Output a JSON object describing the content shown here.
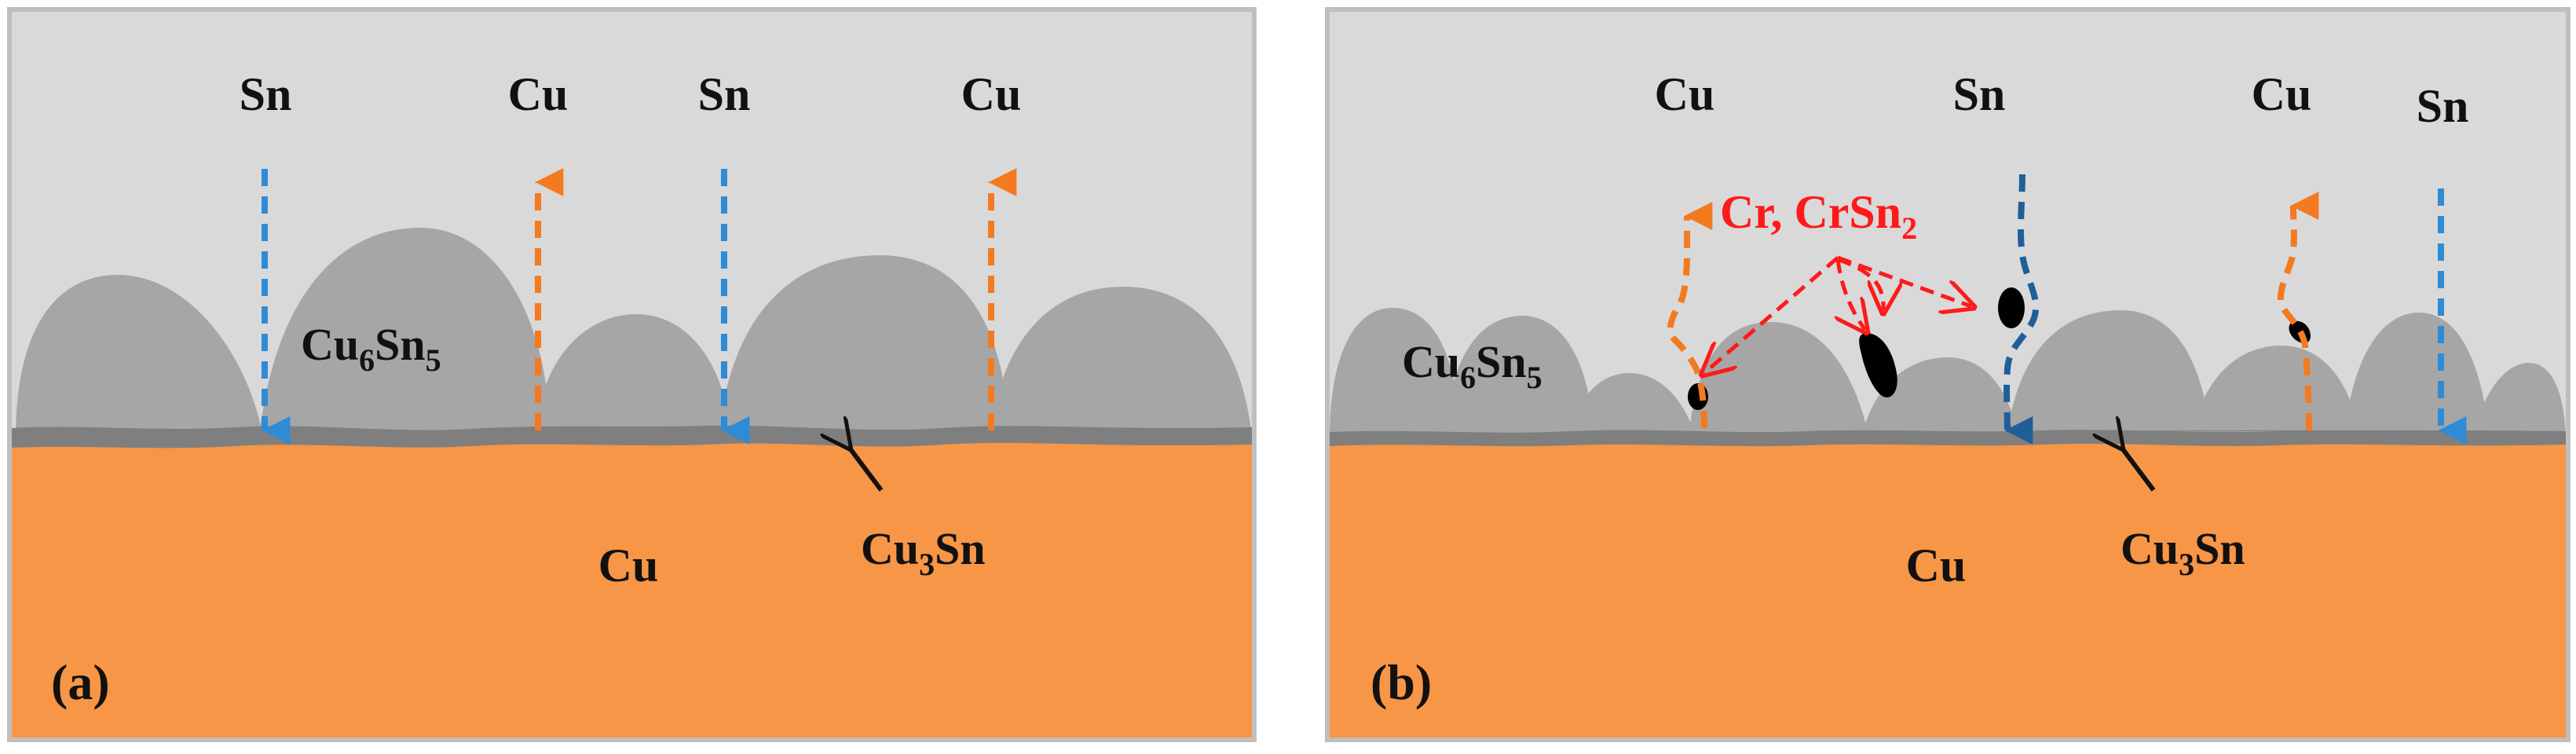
{
  "panel_a": {
    "tag": "(a)",
    "top_labels": [
      "Sn",
      "Cu",
      "Sn",
      "Cu"
    ],
    "imc": {
      "base": "Cu",
      "sub1": "6",
      "mid": "Sn",
      "sub2": "5"
    },
    "substrate": "Cu",
    "interlayer": {
      "base": "Cu",
      "sub": "3",
      "tail": "Sn"
    }
  },
  "panel_b": {
    "tag": "(b)",
    "top_labels": [
      "Cu",
      "Sn",
      "Cu",
      "Sn"
    ],
    "additive": {
      "pre": "Cr, CrSn",
      "sub": "2"
    },
    "imc": {
      "base": "Cu",
      "sub1": "6",
      "mid": "Sn",
      "sub2": "5"
    },
    "substrate": "Cu",
    "interlayer": {
      "base": "Cu",
      "sub": "3",
      "tail": "Sn"
    }
  },
  "colors": {
    "solder": "#d9d9d9",
    "grain": "#a6a6a6",
    "cu3sn_layer": "#7f7f7f",
    "copper": "#f79646",
    "sn_arrow": "#2e8bd6",
    "cu_arrow": "#f47a20",
    "sn_arrow_dark": "#1f5f99",
    "cr_arrow": "#ff1a1a",
    "border": "#bfbfbf",
    "particle": "#000000"
  }
}
